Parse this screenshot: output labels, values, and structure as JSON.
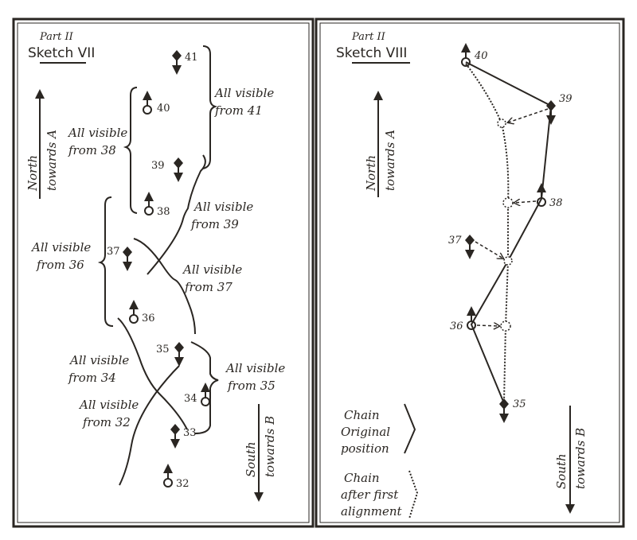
{
  "left": {
    "part": "Part II",
    "title": "Sketch VII",
    "north": [
      "North",
      "towards A"
    ],
    "south": [
      "South",
      "towards B"
    ],
    "stations": [
      "41",
      "40",
      "39",
      "38",
      "37",
      "36",
      "35",
      "34",
      "33",
      "32"
    ],
    "labels": {
      "v41": [
        "All visible",
        "from 41"
      ],
      "v38": [
        "All visible",
        "from 38"
      ],
      "v39": [
        "All visible",
        "from 39"
      ],
      "v36": [
        "All visible",
        "from 36"
      ],
      "v37": [
        "All visible",
        "from 37"
      ],
      "v34": [
        "All visible",
        "from 34"
      ],
      "v35": [
        "All visible",
        "from 35"
      ],
      "v32": [
        "All visible",
        "from 32"
      ]
    }
  },
  "right": {
    "part": "Part II",
    "title": "Sketch VIII",
    "north": [
      "North",
      "towards A"
    ],
    "south": [
      "South",
      "towards B"
    ],
    "stations": [
      "40",
      "39",
      "38",
      "37",
      "36",
      "35"
    ],
    "legend": {
      "original": [
        "Chain",
        "Original",
        "position"
      ],
      "aligned": [
        "Chain",
        "after first",
        "alignment"
      ]
    }
  }
}
